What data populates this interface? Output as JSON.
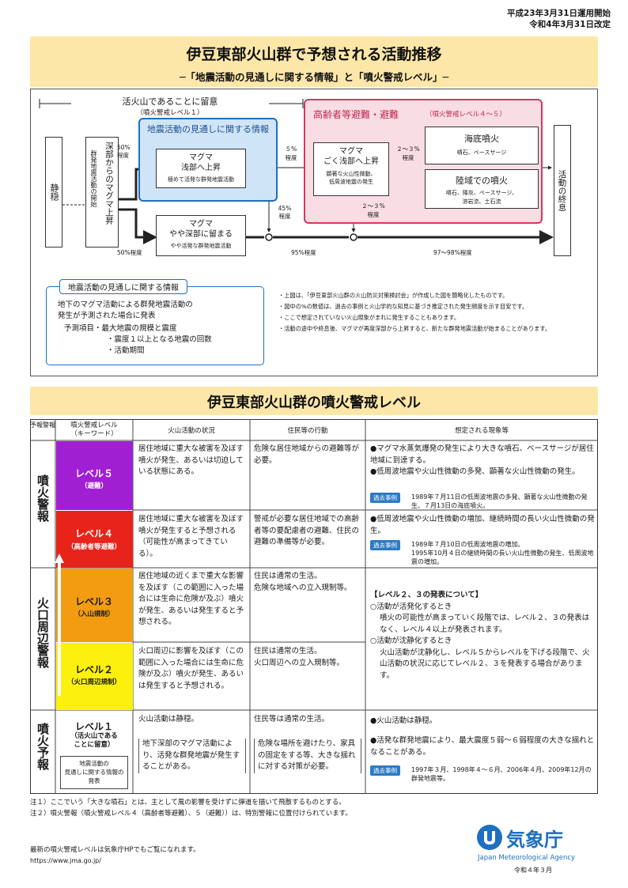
{
  "header": {
    "date1": "平成23年3月31日運用開始",
    "date2": "令和4年3月31日改定"
  },
  "section1": {
    "title": "伊豆東部火山群で予想される活動推移",
    "subtitle": "─「地震活動の見通しに関する情報」と「噴火警戒レベル」─"
  },
  "flow": {
    "active_label": "活火山であることに留意",
    "active_sub": "（噴火警戒レベル１）",
    "calm": "静穏",
    "deep_rise": "深部からのマグマ上昇",
    "swarm_start": "群発地震活動の開始",
    "info_box_title": "地震活動の見通しに関する情報",
    "magma_shallow_title": "マグマ\n浅部へ上昇",
    "magma_shallow_sub": "極めて活発な群発地震活動",
    "magma_deep_title": "マグマ\nやや深部に留まる",
    "magma_deep_sub": "やや活発な群発地震活動",
    "evac_title": "高齢者等避難・避難",
    "evac_level": "（噴火警戒レベル４～５）",
    "near_surface_title": "マグマ\nごく浅部へ上昇",
    "near_surface_sub": "顕著な火山性微動、\n低周波地震の発生",
    "sea_eruption": "海底噴火",
    "sea_eruption_sub": "噴石、ベースサージ",
    "land_eruption": "陸域での噴火",
    "land_eruption_sub": "噴石、降灰、ベースサージ、\n溶岩流、土石流",
    "end": "活動の終息",
    "pct_50a": "50%\n程度",
    "pct_50b": "50%程度",
    "pct_5": "５%\n程度",
    "pct_45": "45%\n程度",
    "pct_95": "95%程度",
    "pct_23a": "２～３%\n程度",
    "pct_23b": "２～３%\n程度",
    "pct_9798": "97～98%程度"
  },
  "info_note": {
    "title": "地震活動の見通しに関する情報",
    "line1": "地下のマグマ活動による群発地震活動の",
    "line2": "発生が予測された場合に発表",
    "item1": "予測項目・最大地震の規模と震度",
    "item2": "・震度１以上となる地震の回数",
    "item3": "・活動期間"
  },
  "notes": [
    "・上図は、「伊豆東部火山群の火山防災対策検討会」が作成した図を簡略化したものです。",
    "・図中の%の数値は、過去の事例と火山学的な知見に基づき推定された発生頻度を示す目安です。",
    "・ここで想定されていない火山現象がまれに発生することもあります。",
    "・活動の途中や終息後、マグマが再度深部から上昇すると、新たな群発地震活動が始まることがあります。"
  ],
  "section2": {
    "title": "伊豆東部火山群の噴火警戒レベル"
  },
  "table": {
    "h_warn": "予報警報",
    "h_level": "噴火警戒レベル\n（キーワード）",
    "h_status": "火山活動の状況",
    "h_action": "住民等の行動",
    "h_phenom": "想定される現象等",
    "g1": "噴火警報",
    "g2": "火口周辺警報",
    "g3": "噴火予報",
    "lv5": "レベル５",
    "lv5k": "（避難）",
    "lv4": "レベル４",
    "lv4k": "（高齢者等避難）",
    "lv3": "レベル３",
    "lv3k": "（入山規制）",
    "lv2": "レベル２",
    "lv2k": "（火口周辺規制）",
    "lv1": "レベル１",
    "lv1k": "（活火山である\nことに留意）",
    "lv1info": "地震活動の\n見通しに関する情報の\n発表",
    "s5": "居住地域に重大な被害を及ぼす噴火が発生、あるいは切迫している状態にある。",
    "a5": "危険な居住地域からの避難等が必要。",
    "p5a": "●マグマ水蒸気爆発の発生により大きな噴石、ベースサージが居住地域に到達する。",
    "p5b": "●低周波地震や火山性微動の多発、顕著な火山性微動の発生。",
    "tag": "過去事例",
    "e5": "1989年７月11日の低周波地震の多発、顕著な火山性微動の発生、７月13日の海底噴火。",
    "s4": "居住地域に重大な被害を及ぼす噴火が発生すると予想される（可能性が高まってきている）。",
    "a4": "警戒が必要な居住地域での高齢者等の要配慮者の避難、住民の避難の準備等が必要。",
    "p4": "●低周波地震や火山性微動の増加、継続時間の長い火山性微動の発生。",
    "e4": "1989年７月10日の低周波地震の増加。\n1995年10月４日の継続時間の長い火山性微動の発生、低周波地震の増加。",
    "s3": "居住地域の近くまで重大な影響を及ぼす（この範囲に入った場合には生命に危険が及ぶ）噴火が発生、あるいは発生すると予想される。",
    "a3": "住民は通常の生活。\n危険な地域への立入規制等。",
    "s2": "火口周辺に影響を及ぼす（この範囲に入った場合には生命に危険が及ぶ）噴火が発生、あるいは発生すると予想される。",
    "a2": "住民は通常の生活。\n火口周辺への立入規制等。",
    "p23t": "【レベル２、３の発表について】",
    "p23a": "○活動が活発化するとき",
    "p23b": "噴火の可能性が高まっていく段階では、レベル２、３の発表はなく、レベル４以上が発表されます。",
    "p23c": "○活動が沈静化するとき",
    "p23d": "火山活動が沈静化し、レベル５からレベルを下げる段階で、火山活動の状況に応じてレベル２、３を発表する場合があります。",
    "s1": "火山活動は静穏。",
    "s1b": "地下深部のマグマ活動により、活発な群発地震が発生することがある。",
    "a1": "住民等は通常の生活。",
    "a1b": "危険な場所を避けたり、家具の固定をする等、大きな揺れに対する対策が必要。",
    "p1a": "●火山活動は静穏。",
    "p1b": "●活発な群発地震により、最大震度５弱～６弱程度の大きな揺れとなることがある。",
    "e1": "1997年３月、1998年４～６月、2006年４月、2009年12月の群発地震等。"
  },
  "footnotes": {
    "n1": "注１）ここでいう「大きな噴石」とは、主として風の影響を受けずに弾道を描いて飛散するものとする。",
    "n2": "注２）噴火警報（噴火警戒レベル４（高齢者等避難）、５（避難））は、特別警報に位置付けられています。",
    "web1": "最新の噴火警戒レベルは気象庁HPでもご覧になれます。",
    "web2": "https://www.jma.go.jp/"
  },
  "agency": {
    "name": "気象庁",
    "en": "Japan Meteorological Agency",
    "date": "令和４年３月"
  },
  "colors": {
    "lv5": "#a11fd3",
    "lv4": "#e8231a",
    "lv3": "#f39c12",
    "lv2": "#fcf00e",
    "lv1": "#ffffff",
    "banner": "#fde7a8",
    "blue": "#1e6fbf",
    "pink": "#d9365f"
  },
  "chart_data": {
    "type": "table",
    "title": "伊豆東部火山群の噴火警戒レベル",
    "columns": [
      "予報警報",
      "噴火警戒レベル（キーワード）",
      "火山活動の状況",
      "住民等の行動",
      "想定される現象等"
    ],
    "rows": [
      [
        "噴火警報",
        "レベル５（避難）",
        "居住地域に重大な被害を及ぼす噴火が発生、あるいは切迫している状態にある。",
        "危険な居住地域からの避難等が必要。"
      ],
      [
        "噴火警報",
        "レベル４（高齢者等避難）",
        "居住地域に重大な被害を及ぼす噴火が発生すると予想される（可能性が高まってきている）。",
        "警戒が必要な居住地域での高齢者等の要配慮者の避難、住民の避難の準備等が必要。"
      ],
      [
        "火口周辺警報",
        "レベル３（入山規制）",
        "居住地域の近くまで重大な影響を及ぼす噴火が発生、あるいは発生すると予想される。",
        "住民は通常の生活。危険な地域への立入規制等。"
      ],
      [
        "火口周辺警報",
        "レベル２（火口周辺規制）",
        "火口周辺に影響を及ぼす噴火が発生、あるいは発生すると予想される。",
        "住民は通常の生活。火口周辺への立入規制等。"
      ],
      [
        "噴火予報",
        "レベル１（活火山であることに留意）",
        "火山活動は静穏。",
        "住民等は通常の生活。"
      ]
    ]
  }
}
